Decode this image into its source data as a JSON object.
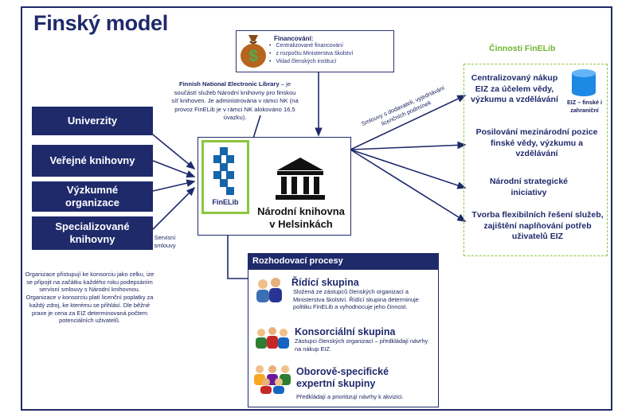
{
  "title": "Finský model",
  "financing": {
    "title": "Financování:",
    "items": [
      "Centralizované financování",
      "z rozpočtu Ministerstva školství",
      "Vklad členských institucí"
    ]
  },
  "nel_description": {
    "bold": "Finnish National Electronic Library",
    "text": " – je součástí služeb Národní knihovny pro finskou síť knihoven. Je administrována v rámci NK (na provoz FinELib je v rámci NK alokováno 16,5 úvazku)."
  },
  "members": [
    "Univerzity",
    "Veřejné knihovny",
    "Výzkumné organizace",
    "Specializované knihovny"
  ],
  "logo_text": "FinELib",
  "national_library": "Národní knihovna v Helsinkách",
  "contracts_label": "Smlouvy s dodavateli, vyjednávání licenčních podmínek",
  "service_contracts_label": "Servisní smlouvy",
  "activities": {
    "title": "Činnosti FinELib",
    "items": [
      "Centralizovaný nákup EIZ za účelem vědy, výzkumu a vzdělávání",
      "Posilování mezinárodní pozice finské vědy, výzkumu a vzdělávání",
      "Národní strategické iniciativy",
      "Tvorba flexibilních řešení služeb, zajištění naplňování potřeb uživatelů EIZ"
    ],
    "database_label": "EIZ – finské i zahraniční"
  },
  "organizations_text": "Organizace přistupují ke konsorciu jako celku, ize se připojit na začátku každého roku podepsáním servisní smlouvy s Národní knihovnou. Organizace v konsorciu platí licenční poplatky za každý zdroj, ke kterému se přihlásí. Dle běžné praxe je cena za EIZ determinovaná počtem potenciálních uživatelů.",
  "decision": {
    "title": "Rozhodovací procesy",
    "groups": [
      {
        "name": "Řídící skupina",
        "text": "Složená ze zástupců členských organizací a Ministerstva školství. Řídící skupina determinuje politiku FinELib a vyhodnocuje jeho činnost."
      },
      {
        "name": "Konsorciální skupina",
        "text": "Zástupci členských organizací – předkládají návrhy na nákup EIZ."
      },
      {
        "name": "Oborově-specifické expertní skupiny",
        "text": "Předkládají a prioritizují návrhy k akvizici."
      }
    ]
  },
  "colors": {
    "navy": "#1f2a6b",
    "green": "#8cc63f",
    "logo_blue": "#1565a8"
  }
}
